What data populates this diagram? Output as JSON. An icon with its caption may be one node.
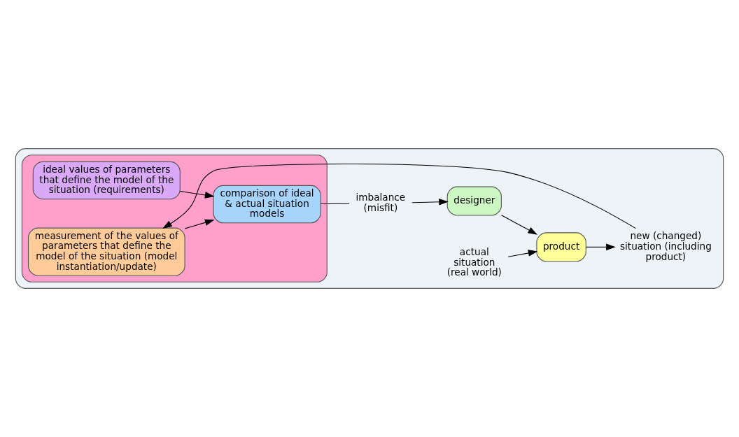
{
  "diagram": {
    "nodes": [
      {
        "text": [],
        "shape": "box"
      },
      {
        "text": [],
        "shape": "box",
        "in": 0
      },
      {
        "text": [
          "ideal values of parameters that define the model of the situation (requirements)"
        ],
        "in": 1
      },
      {
        "text": [
          "comparison of ideal & actual situation models"
        ],
        "in": 1
      },
      {
        "text": [
          "measurement of the values of parameters that define the model of the situation (model instantiation/update)"
        ],
        "in": 1
      },
      {
        "text": [
          "imbalance (misfit)"
        ],
        "in": 0
      },
      {
        "text": [
          "designer"
        ],
        "in": 0
      },
      {
        "text": [
          "actual situation (real world)"
        ],
        "in": 0
      },
      {
        "text": [
          "product"
        ],
        "in": 0
      },
      {
        "text": [
          "new (changed) situation (including product)"
        ],
        "in": 0
      }
    ],
    "edges": [
      {
        "from": 2,
        "to": 3,
        "arrow": "to"
      },
      {
        "from": 4,
        "to": 3,
        "arrow": "to"
      },
      {
        "from": 3,
        "to": 5,
        "arrow": "none"
      },
      {
        "from": 5,
        "to": 6,
        "arrow": "to"
      },
      {
        "from": 6,
        "to": 8,
        "arrow": "to"
      },
      {
        "from": 7,
        "to": 8,
        "arrow": "to"
      },
      {
        "from": 8,
        "to": 9,
        "arrow": "to"
      },
      {
        "from": 9,
        "to": 4,
        "arrow": "to"
      }
    ]
  }
}
